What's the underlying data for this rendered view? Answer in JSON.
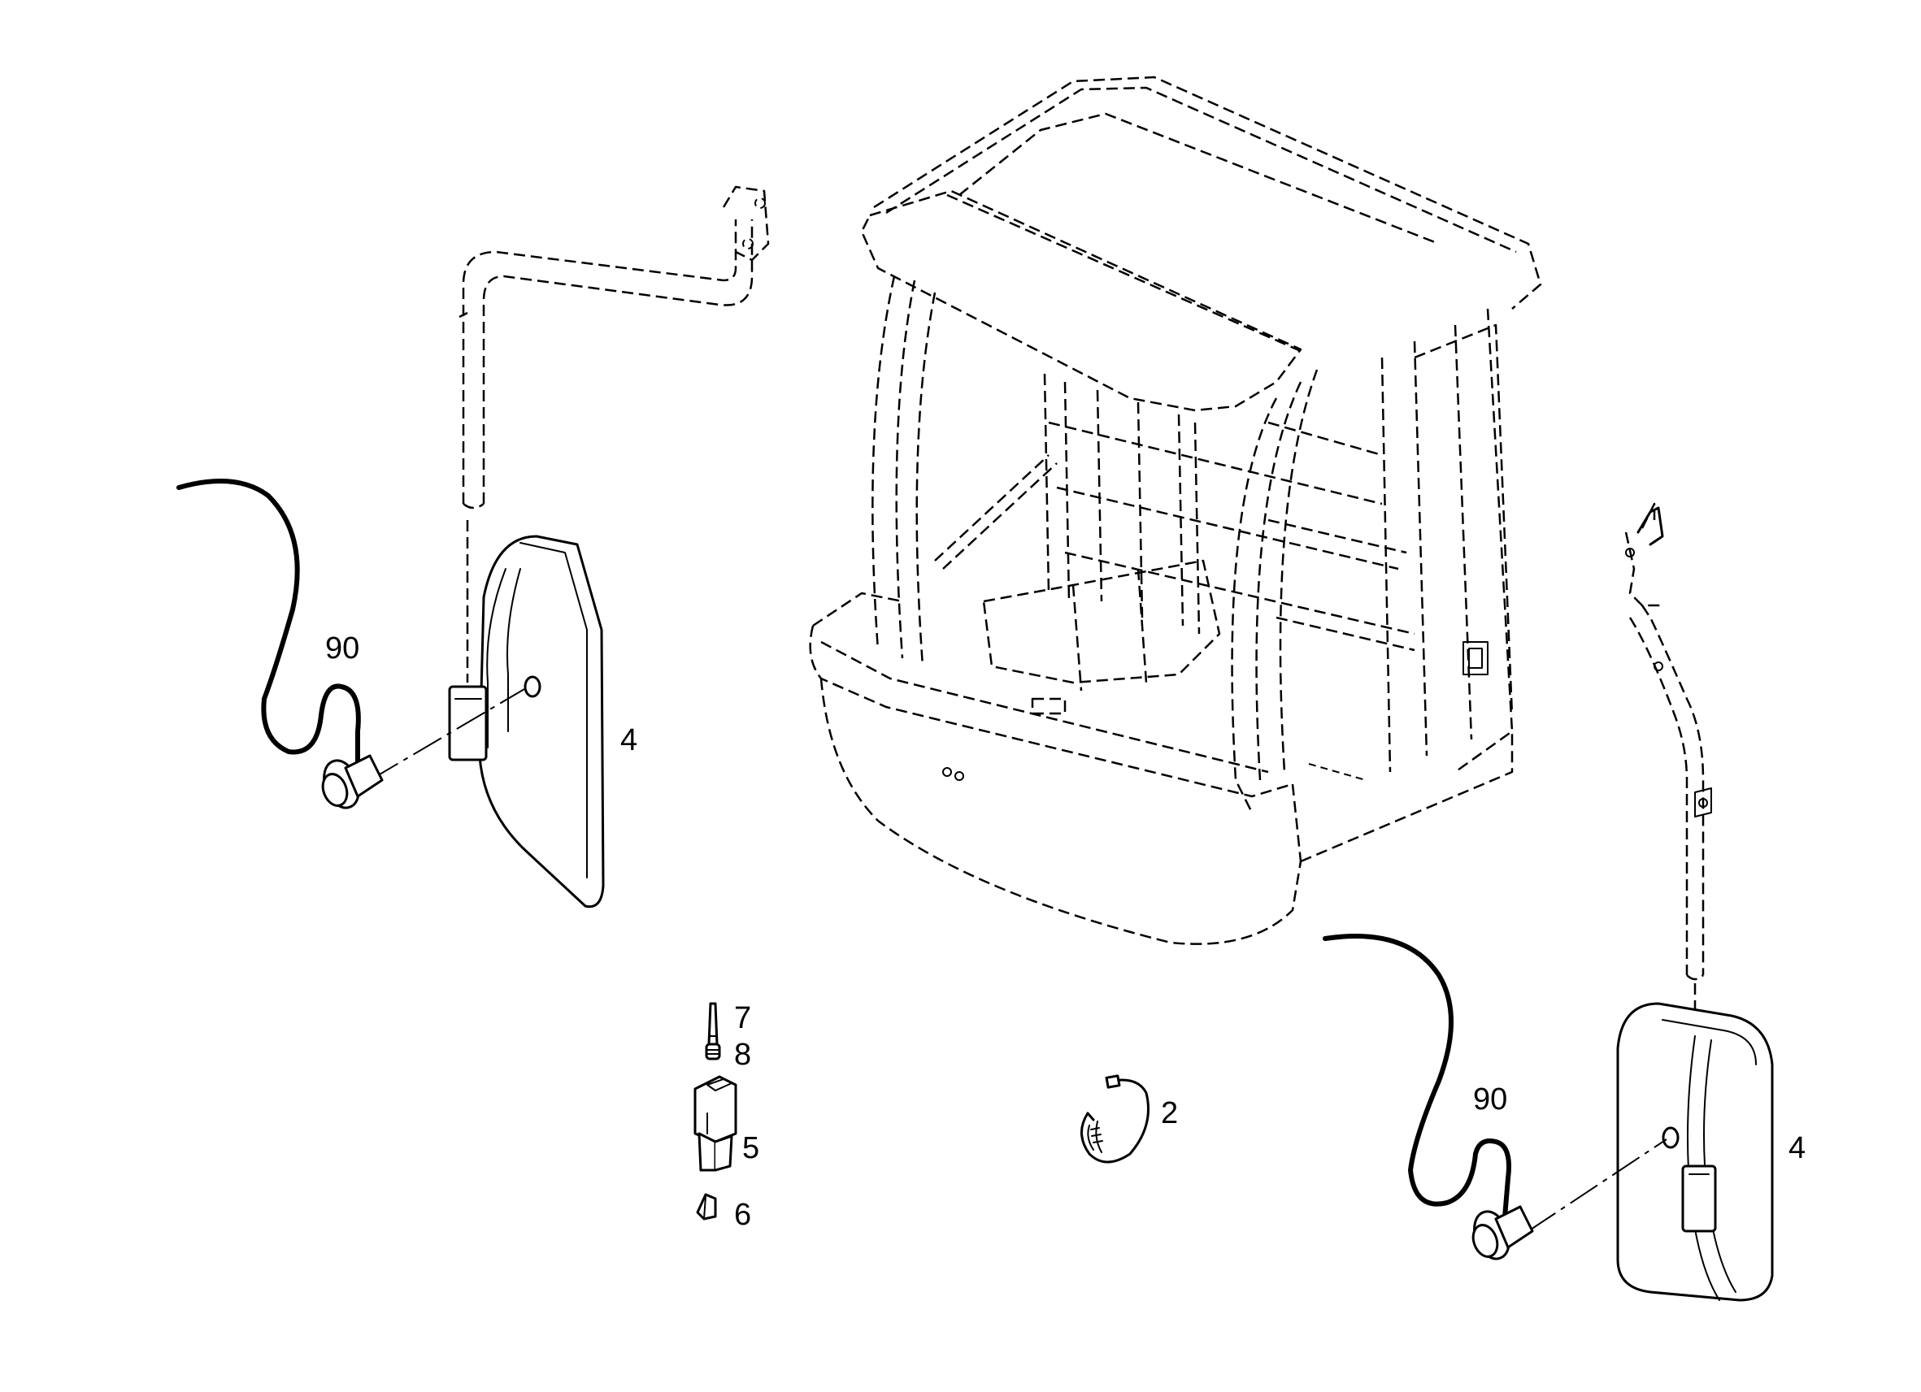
{
  "callouts": {
    "left_cable": "90",
    "left_mirror": "4",
    "pin_top": "7",
    "pin_seal": "8",
    "connector_body": "5",
    "connector_wedge": "6",
    "cable_tie": "2",
    "right_cable": "90",
    "right_mirror": "4"
  },
  "colors": {
    "line": "#000000",
    "background": "#ffffff"
  }
}
